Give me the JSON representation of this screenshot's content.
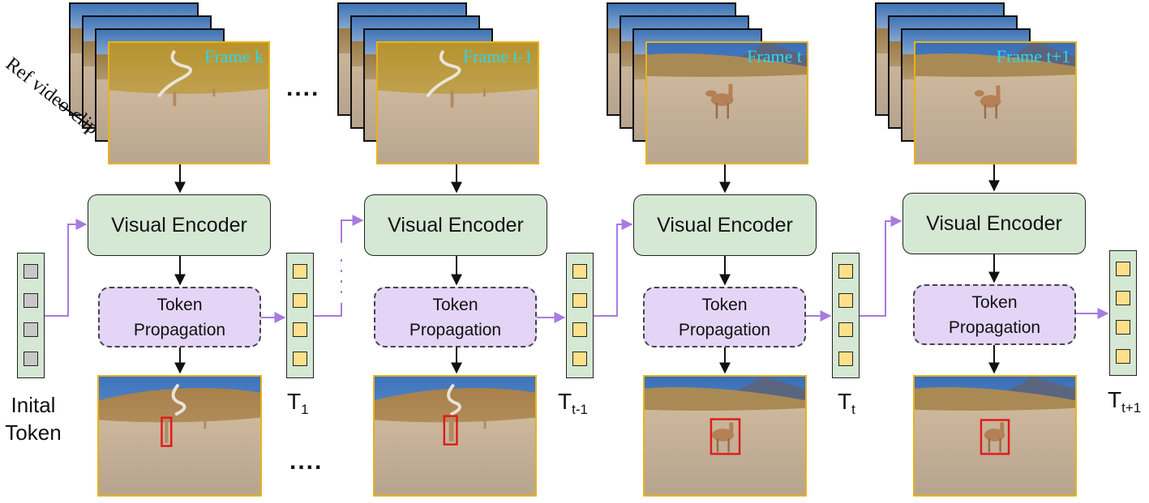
{
  "labels": {
    "ref_clip": "Ref video-clip",
    "visual_encoder": "Visual Encoder",
    "token": "Token",
    "propagation": "Propagation",
    "initial_token_line1": "Inital",
    "initial_token_line2": "Token",
    "ellipsis": "...."
  },
  "frames": [
    {
      "label": "Frame k"
    },
    {
      "label": "Frame t-1"
    },
    {
      "label": "Frame t"
    },
    {
      "label": "Frame t+1"
    }
  ],
  "tokens": [
    {
      "base": "T",
      "sub": "1"
    },
    {
      "base": "T",
      "sub": "t-1"
    },
    {
      "base": "T",
      "sub": "t"
    },
    {
      "base": "T",
      "sub": "t+1"
    }
  ],
  "colors": {
    "encoder_fill": "#d5e8d4",
    "propagation_fill": "#e4d5f7",
    "token_yellow": "#ffe08a",
    "token_gray": "#c8c8c8",
    "frame_border": "#e8b21a",
    "frame_label": "#2fd6e8",
    "arrow_purple": "#a77be0",
    "bbox_red": "#e01a1a"
  }
}
